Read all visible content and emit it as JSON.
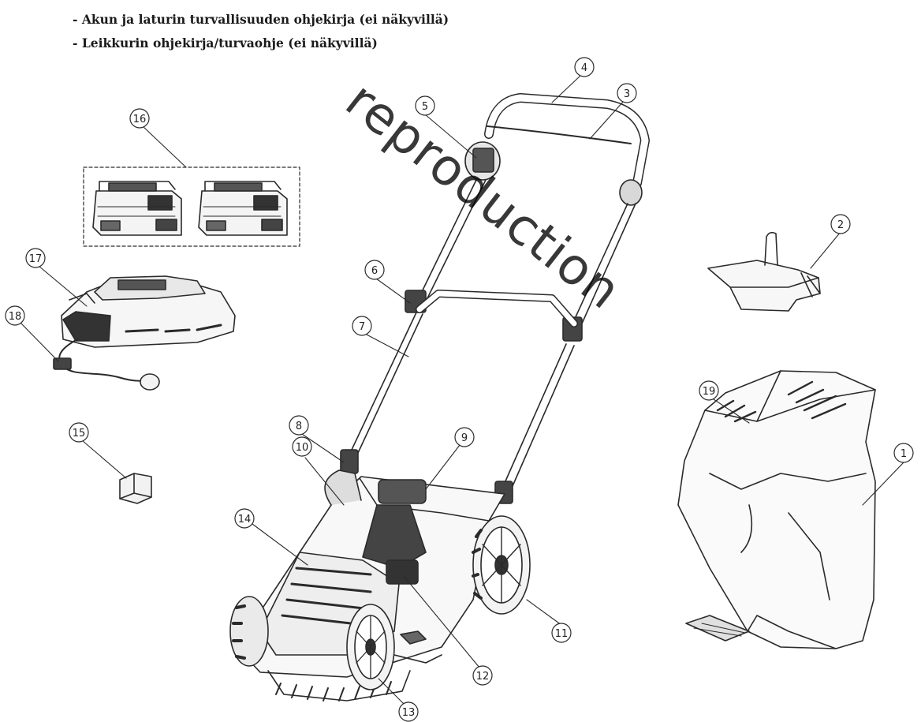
{
  "notes": [
    "- Akun ja laturin turvallisuuden ohjekirja (ei näkyvillä)",
    "- Leikkurin ohjekirja/turvaohje (ei näkyvillä)"
  ],
  "watermark": "reproduction",
  "callouts": [
    {
      "id": "c1",
      "label": "1"
    },
    {
      "id": "c2",
      "label": "2"
    },
    {
      "id": "c3",
      "label": "3"
    },
    {
      "id": "c4",
      "label": "4"
    },
    {
      "id": "c5",
      "label": "5"
    },
    {
      "id": "c6",
      "label": "6"
    },
    {
      "id": "c7",
      "label": "7"
    },
    {
      "id": "c8",
      "label": "8"
    },
    {
      "id": "c9",
      "label": "9"
    },
    {
      "id": "c10",
      "label": "10"
    },
    {
      "id": "c11",
      "label": "11"
    },
    {
      "id": "c12",
      "label": "12"
    },
    {
      "id": "c13",
      "label": "13"
    },
    {
      "id": "c14",
      "label": "14"
    },
    {
      "id": "c15",
      "label": "15"
    },
    {
      "id": "c16",
      "label": "16"
    },
    {
      "id": "c17",
      "label": "17"
    },
    {
      "id": "c18",
      "label": "18"
    },
    {
      "id": "c19",
      "label": "19"
    }
  ]
}
